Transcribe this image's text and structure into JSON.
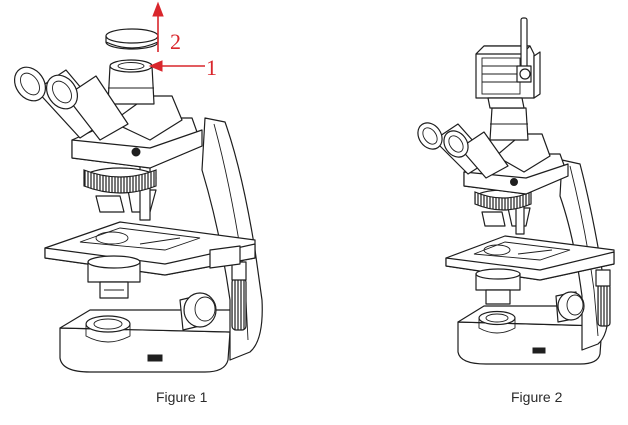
{
  "figures": [
    {
      "caption": "Figure 1",
      "callouts": [
        "1",
        "2"
      ]
    },
    {
      "caption": "Figure 2"
    }
  ],
  "colors": {
    "callout": "#d9262c",
    "line": "#1e1e1e"
  }
}
